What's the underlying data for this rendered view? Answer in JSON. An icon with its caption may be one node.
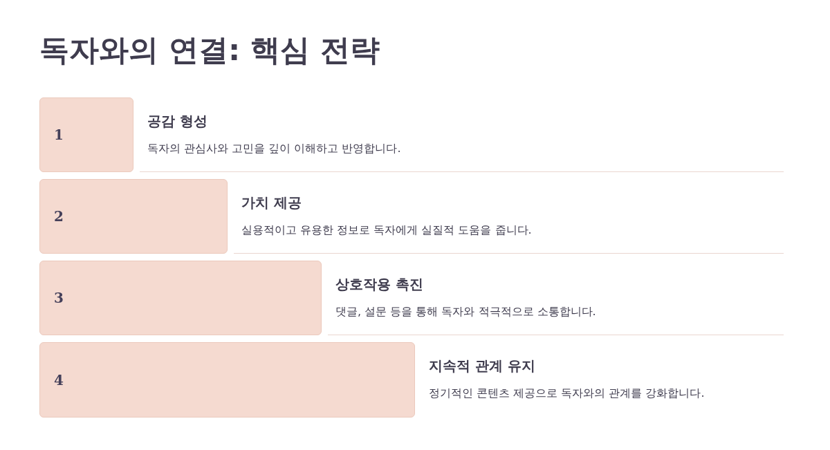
{
  "diagram": {
    "title": "독자와의 연결: 핵심 전략",
    "nodes": [
      {
        "text": [
          "1"
        ],
        "beside": [
          "공감 형성",
          "독자의 관심사와 고민을 깊이 이해하고 반영합니다."
        ]
      },
      {
        "text": [
          "2"
        ],
        "beside": [
          "가치 제공",
          "실용적이고 유용한 정보로 독자에게 실질적 도움을 줍니다."
        ]
      },
      {
        "text": [
          "3"
        ],
        "beside": [
          "상호작용 촉진",
          "댓글, 설문 등을 통해 독자와 적극적으로 소통합니다."
        ]
      },
      {
        "text": [
          "4"
        ],
        "beside": [
          "지속적 관계 유지",
          "정기적인 콘텐츠 제공으로 독자와의 관계를 강화합니다."
        ]
      }
    ]
  }
}
